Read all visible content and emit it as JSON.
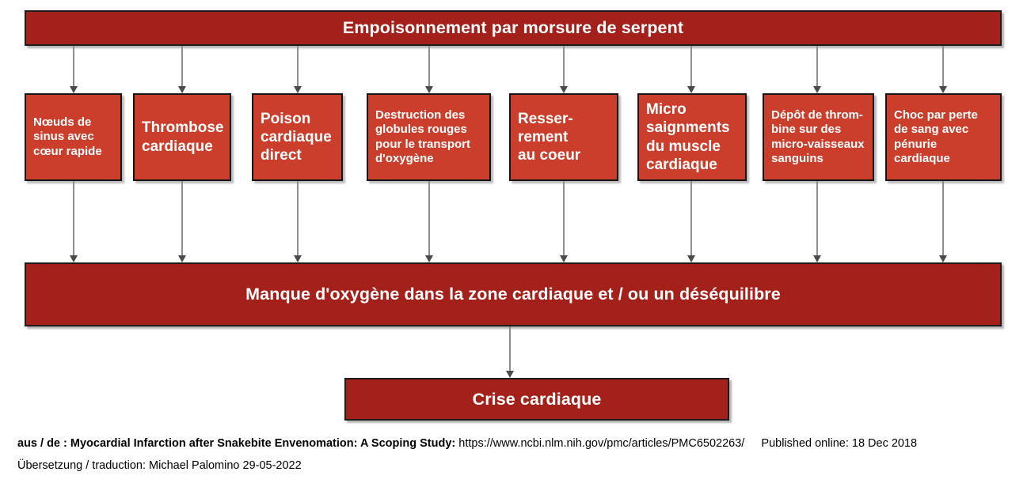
{
  "diagram": {
    "title_banner": "Empoisonnement par morsure de serpent",
    "middle_banner": "Manque d'oxygène dans la zone cardiaque et / ou un déséquilibre",
    "outcome_banner": "Crise cardiaque",
    "causes": [
      {
        "text": "Nœuds de\nsinus avec\ncœur rapide"
      },
      {
        "text": "Thrombose\ncardiaque"
      },
      {
        "text": "Poison\ncardiaque\ndirect"
      },
      {
        "text": "Destruction des\nglobules rouges\npour le transport\nd'oxygène"
      },
      {
        "text": "Resser-\nrement\nau coeur"
      },
      {
        "text": "Micro\nsaignments\ndu muscle\ncardiaque"
      },
      {
        "text": "Dépôt de throm-\nbine sur des\nmicro-vaisseaux\nsanguins"
      },
      {
        "text": "Choc par perte\nde sang avec\npénurie\ncardiaque"
      }
    ]
  },
  "colors": {
    "banner_red": "#a4201a",
    "box_red": "#ca3e2b",
    "outline": "#151515",
    "arrow_gray": "#8d8d8d",
    "text_white": "#ffffff"
  },
  "footer": {
    "source_prefix": "aus / de : Myocardial Infarction after Snakebite Envenomation: A Scoping Study:",
    "source_url": "https://www.ncbi.nlm.nih.gov/pmc/articles/PMC6502263/",
    "published": "Published online: 18 Dec 2018",
    "translation": "Übersetzung / traduction: Michael Palomino 29-05-2022"
  }
}
